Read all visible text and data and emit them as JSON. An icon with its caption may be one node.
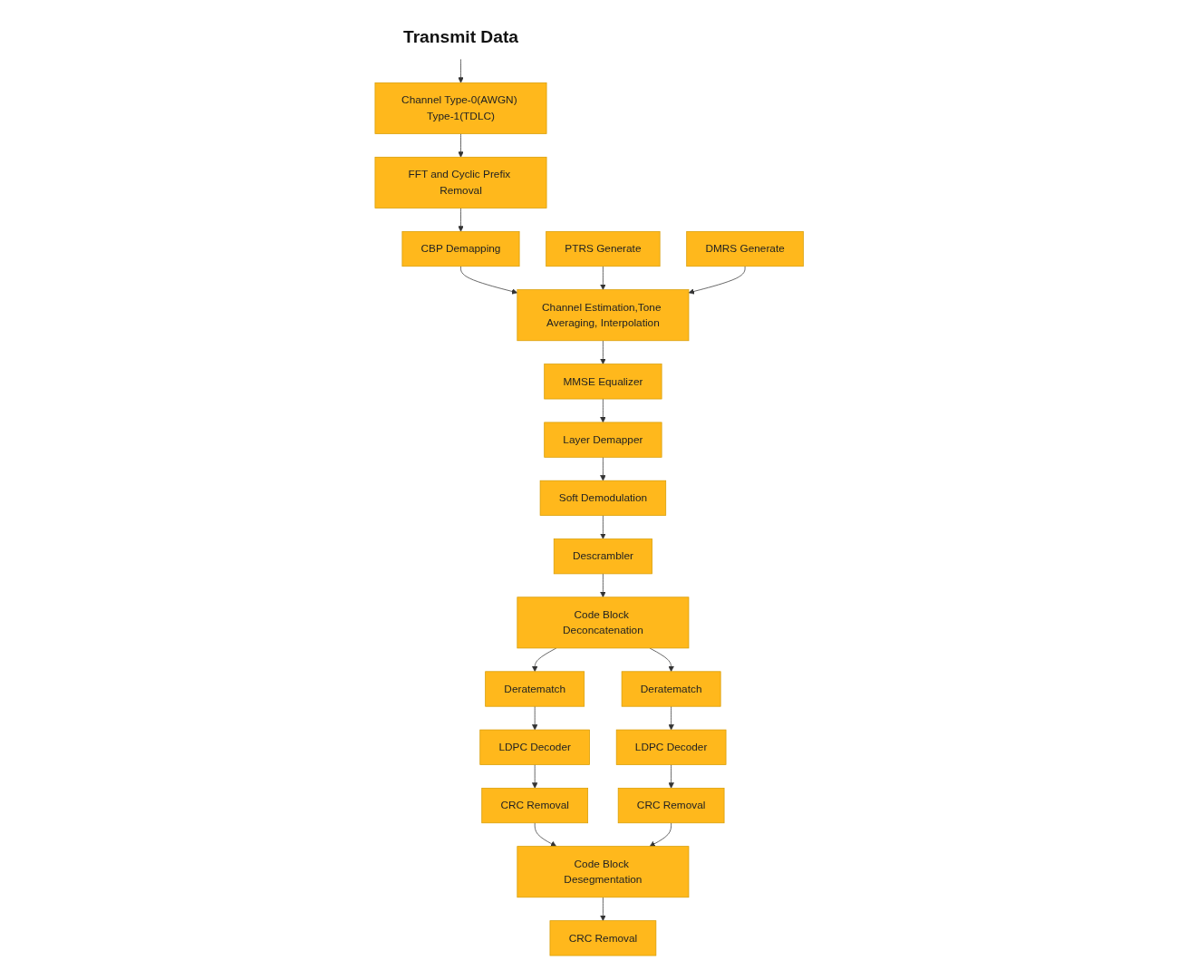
{
  "diagram": {
    "nodes": [
      {
        "text": [
          "Transmit Data"
        ]
      },
      {
        "text": [
          "Channel Type-0(AWGN) Type-1(TDLC)"
        ]
      },
      {
        "text": [
          "FFT and Cyclic Prefix Removal"
        ]
      },
      {
        "text": [
          "CBP Demapping"
        ]
      },
      {
        "text": [
          "PTRS Generate"
        ]
      },
      {
        "text": [
          "DMRS Generate"
        ]
      },
      {
        "text": [
          "Channel Estimation,Tone Averaging, Interpolation"
        ]
      },
      {
        "text": [
          "MMSE Equalizer"
        ]
      },
      {
        "text": [
          "Layer Demapper"
        ]
      },
      {
        "text": [
          "Soft Demodulation"
        ]
      },
      {
        "text": [
          "Descrambler"
        ]
      },
      {
        "text": [
          "Code Block Deconcatenation"
        ]
      },
      {
        "text": [
          "Deratematch"
        ]
      },
      {
        "text": [
          "Deratematch"
        ]
      },
      {
        "text": [
          "LDPC Decoder"
        ]
      },
      {
        "text": [
          "LDPC Decoder"
        ]
      },
      {
        "text": [
          "CRC Removal"
        ]
      },
      {
        "text": [
          "CRC Removal"
        ]
      },
      {
        "text": [
          "Code Block Desegmentation"
        ]
      },
      {
        "text": [
          "CRC Removal"
        ]
      }
    ],
    "edges": [
      {
        "from": 0,
        "to": 1,
        "arrow": "to"
      },
      {
        "from": 1,
        "to": 2,
        "arrow": "to"
      },
      {
        "from": 2,
        "to": 3,
        "arrow": "to"
      },
      {
        "from": 3,
        "to": 6,
        "arrow": "to"
      },
      {
        "from": 4,
        "to": 6,
        "arrow": "to"
      },
      {
        "from": 5,
        "to": 6,
        "arrow": "to"
      },
      {
        "from": 6,
        "to": 7,
        "arrow": "to"
      },
      {
        "from": 7,
        "to": 8,
        "arrow": "to"
      },
      {
        "from": 8,
        "to": 9,
        "arrow": "to"
      },
      {
        "from": 9,
        "to": 10,
        "arrow": "to"
      },
      {
        "from": 10,
        "to": 11,
        "arrow": "to"
      },
      {
        "from": 11,
        "to": 12,
        "arrow": "to"
      },
      {
        "from": 11,
        "to": 13,
        "arrow": "to"
      },
      {
        "from": 12,
        "to": 14,
        "arrow": "to"
      },
      {
        "from": 13,
        "to": 15,
        "arrow": "to"
      },
      {
        "from": 14,
        "to": 16,
        "arrow": "to"
      },
      {
        "from": 15,
        "to": 17,
        "arrow": "to"
      },
      {
        "from": 16,
        "to": 18,
        "arrow": "to"
      },
      {
        "from": 17,
        "to": 18,
        "arrow": "to"
      },
      {
        "from": 18,
        "to": 19,
        "arrow": "to"
      }
    ]
  }
}
